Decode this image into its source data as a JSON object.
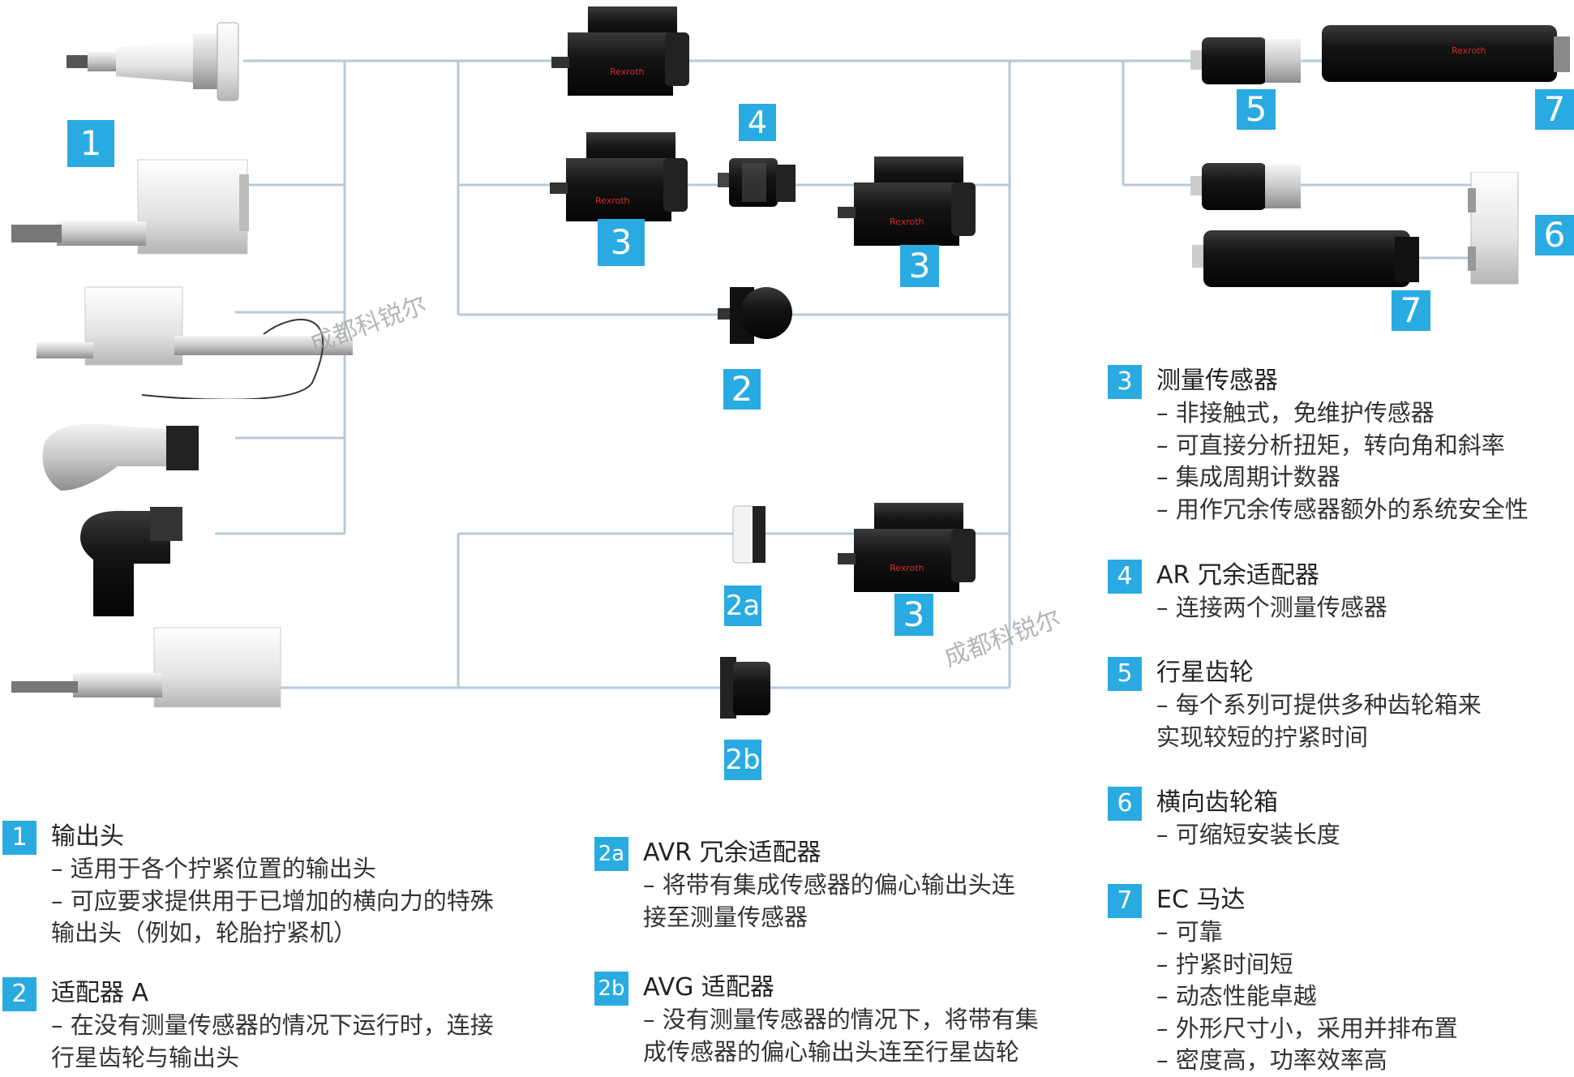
{
  "watermark": "成都科锐尔",
  "motor_brand": "Rexroth",
  "colors": {
    "badge": "#29abe2",
    "line": "#b6cad8"
  },
  "diagram_labels": {
    "output_heads": "1",
    "adapter_a": "2",
    "adapter_2a": "2a",
    "adapter_2b": "2b",
    "sensor_top": "3",
    "sensor_right": "3",
    "sensor_bottom": "3",
    "ar_adapter": "4",
    "planetary_gear": "5",
    "ec_motor_top": "7",
    "ec_motor_bottom": "7",
    "cross_gearbox": "6"
  },
  "legend": [
    {
      "id": "1",
      "title": "输出头",
      "lines": [
        "– 适用于各个拧紧位置的输出头",
        "– 可应要求提供用于已增加的横向力的特殊",
        "输出头（例如，轮胎拧紧机）"
      ]
    },
    {
      "id": "2",
      "title": "适配器 A",
      "lines": [
        "– 在没有测量传感器的情况下运行时，连接",
        "行星齿轮与输出头"
      ]
    },
    {
      "id": "2a",
      "title": "AVR 冗余适配器",
      "lines": [
        "– 将带有集成传感器的偏心输出头连",
        "接至测量传感器"
      ]
    },
    {
      "id": "2b",
      "title": "AVG 适配器",
      "lines": [
        "– 没有测量传感器的情况下，将带有集",
        "成传感器的偏心输出头连至行星齿轮"
      ]
    },
    {
      "id": "3",
      "title": "测量传感器",
      "lines": [
        "– 非接触式，免维护传感器",
        "– 可直接分析扭矩，转向角和斜率",
        "– 集成周期计数器",
        "– 用作冗余传感器额外的系统安全性"
      ]
    },
    {
      "id": "4",
      "title": "AR 冗余适配器",
      "lines": [
        "– 连接两个测量传感器"
      ]
    },
    {
      "id": "5",
      "title": "行星齿轮",
      "lines": [
        "– 每个系列可提供多种齿轮箱来",
        "实现较短的拧紧时间"
      ]
    },
    {
      "id": "6",
      "title": "横向齿轮箱",
      "lines": [
        "– 可缩短安装长度"
      ]
    },
    {
      "id": "7",
      "title": "EC 马达",
      "lines": [
        "– 可靠",
        "– 拧紧时间短",
        "– 动态性能卓越",
        "– 外形尺寸小，采用并排布置",
        "– 密度高，功率效率高"
      ]
    }
  ]
}
